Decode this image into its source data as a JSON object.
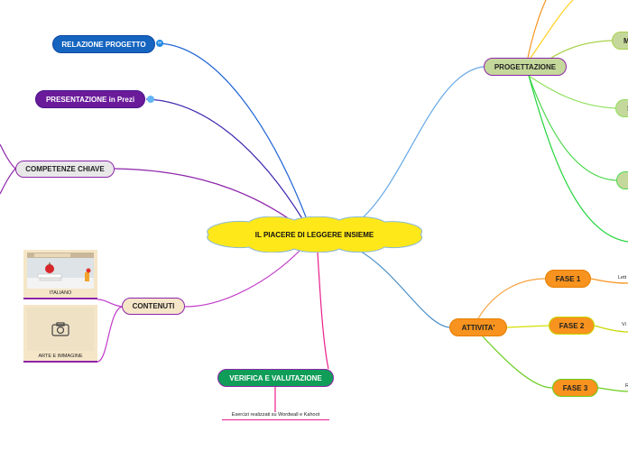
{
  "central": {
    "label": "IL PIACERE DI LEGGERE INSIEME"
  },
  "nodes": {
    "relazione": "RELAZIONE PROGETTO",
    "presentazione": "PRESENTAZIONE in Prezi",
    "competenze": "COMPETENZE CHIAVE",
    "contenuti": "CONTENUTI",
    "verifica": "VERIFICA E VALUTAZIONE",
    "progettazione": "PROGETTAZIONE",
    "attivita": "ATTIVITA'",
    "fase1": "FASE 1",
    "fase2": "FASE 2",
    "fase3": "FASE 3",
    "prog_m": "M",
    "prog_s": "S"
  },
  "cards": {
    "italiano": "ITALIANO",
    "arte": "ARTE E IMMAGINE"
  },
  "subtopics": {
    "verifica_note": "Esercizi realizzati su Wordwall e Kahoot",
    "fase1_note": "Lett",
    "fase2_note": "Vi",
    "fase3_note": "R"
  },
  "icons": {
    "relazione_badge": "link-icon",
    "presentazione_badge": "attachment-dot-icon",
    "arte_image": "camera-icon"
  },
  "colors": {
    "central_fill": "#ffe81a",
    "relazione": "#1565c0",
    "presentazione": "#6a1b9a",
    "verifica": "#0f9d58",
    "fase": "#f7931e",
    "progettazione": "#c5d89b"
  }
}
